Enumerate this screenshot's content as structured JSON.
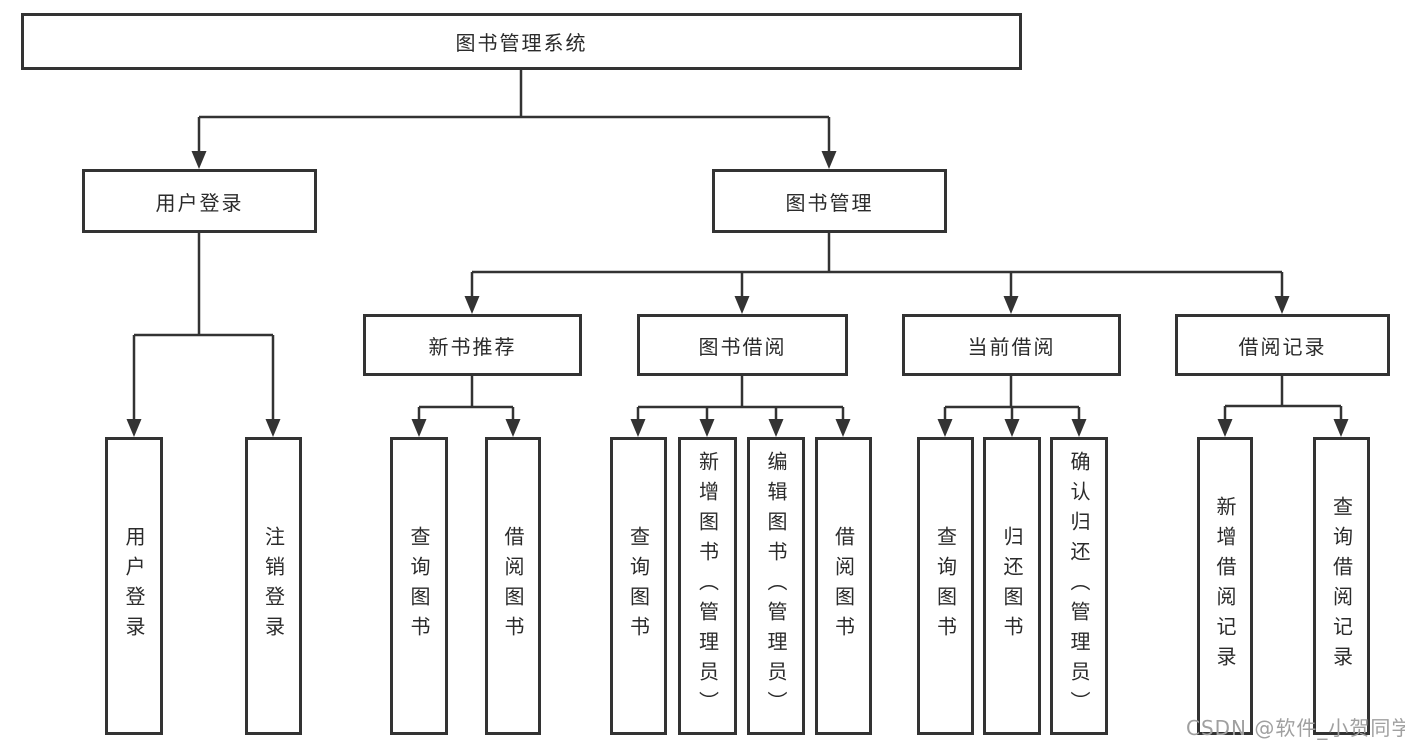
{
  "diagram": {
    "root": {
      "label": "图书管理系统"
    },
    "level2": [
      {
        "label": "用户登录"
      },
      {
        "label": "图书管理"
      }
    ],
    "level3": [
      {
        "label": "新书推荐"
      },
      {
        "label": "图书借阅"
      },
      {
        "label": "当前借阅"
      },
      {
        "label": "借阅记录"
      }
    ],
    "leaves": {
      "user_login": [
        "用户登录",
        "注销登录"
      ],
      "new_book": [
        "查询图书",
        "借阅图书"
      ],
      "book_borrow": [
        "查询图书",
        "新增图书（管理员）",
        "编辑图书（管理员）",
        "借阅图书"
      ],
      "current_borrow": [
        "查询图书",
        "归还图书",
        "确认归还（管理员）"
      ],
      "records": [
        "新增借阅记录",
        "查询借阅记录"
      ]
    },
    "colors": {
      "line": "#333333",
      "box_border": "#333333",
      "box_bg": "#ffffff",
      "text": "#2b2b2b"
    }
  },
  "watermark": {
    "text": "CSDN @软件_小贺同学",
    "color": "#a0a0a0"
  }
}
